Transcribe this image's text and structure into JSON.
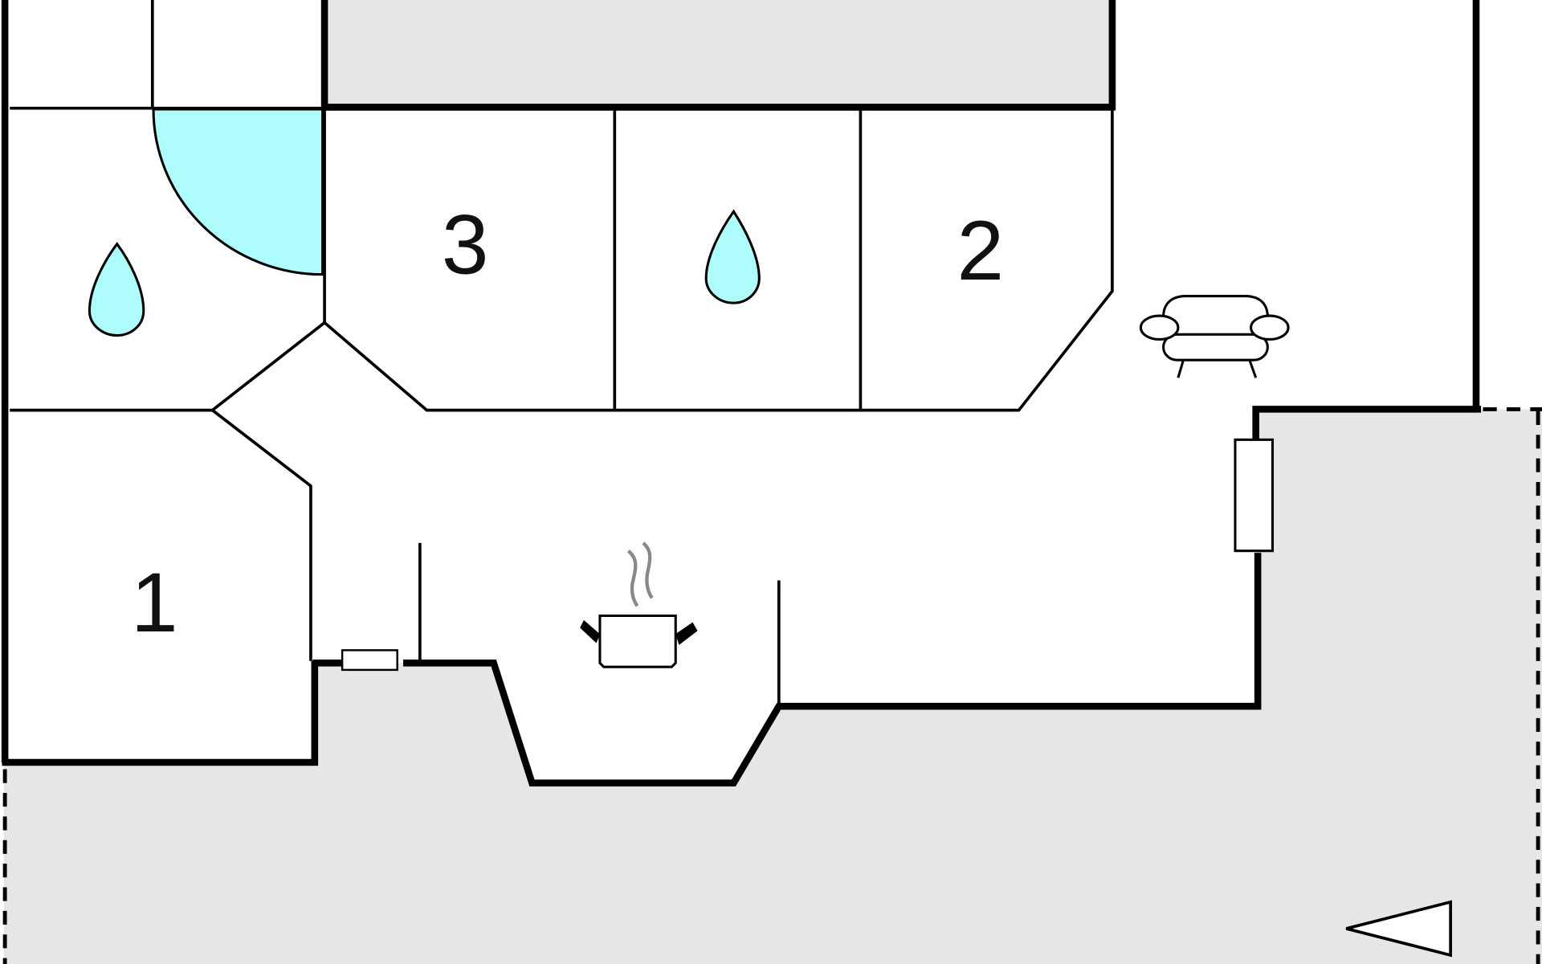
{
  "floorplan": {
    "rooms": [
      {
        "id": "bedroom-1",
        "label": "1"
      },
      {
        "id": "bedroom-2",
        "label": "2"
      },
      {
        "id": "bedroom-3",
        "label": "3"
      }
    ],
    "icons": [
      {
        "name": "water-drop-icon",
        "meaning": "bathroom"
      },
      {
        "name": "sofa-icon",
        "meaning": "living-room"
      },
      {
        "name": "cooking-pot-icon",
        "meaning": "kitchen"
      },
      {
        "name": "north-arrow-icon",
        "meaning": "orientation"
      }
    ],
    "colors": {
      "wall": "#000000",
      "outdoor": "#e6e6e6",
      "water": "#aefcfc",
      "steam": "#888888",
      "background": "#ffffff"
    }
  }
}
